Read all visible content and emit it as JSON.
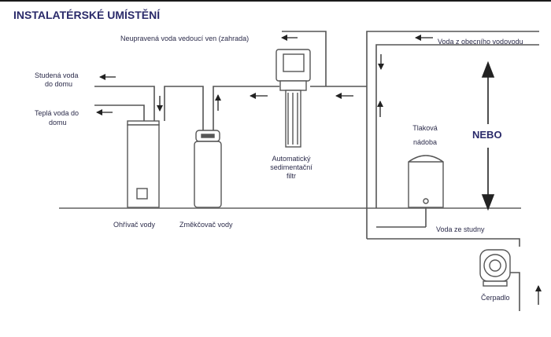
{
  "title": "INSTALATÉRSKÉ UMÍSTĚNÍ",
  "labels": {
    "garden": "Neupravená voda vedoucí ven (zahrada)",
    "municipal": "Voda z obecního vodovodu",
    "cold_1": "Studená voda",
    "cold_2": "do domu",
    "hot_1": "Teplá voda do",
    "hot_2": "domu",
    "filter_1": "Automatický",
    "filter_2": "sedimentační",
    "filter_3": "filtr",
    "tank_1": "Tlaková",
    "tank_2": "nádoba",
    "or": "NEBO",
    "heater": "Ohřívač vody",
    "softener": "Změkčovač vody",
    "well": "Voda ze studny",
    "pump": "Čerpadlo"
  },
  "colors": {
    "line": "#555555",
    "title": "#2a2a6a",
    "text": "#2b2b4a",
    "rule": "#1a1a1a"
  }
}
